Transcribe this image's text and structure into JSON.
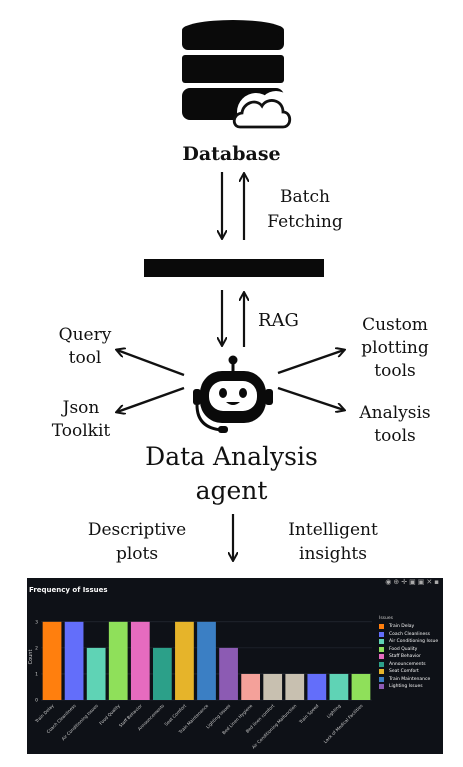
{
  "labels": {
    "database": "Database",
    "batch_fetching": [
      "Batch",
      "Fetching"
    ],
    "rag": "RAG",
    "query_tool": [
      "Query",
      "tool"
    ],
    "json_toolkit": [
      "Json",
      "Toolkit"
    ],
    "custom_plotting": [
      "Custom",
      "plotting",
      "tools"
    ],
    "analysis_tools": [
      "Analysis",
      "tools"
    ],
    "agent": [
      "Data Analysis",
      "agent"
    ],
    "descriptive_plots": [
      "Descriptive",
      "plots"
    ],
    "intelligent_insights": [
      "Intelligent",
      "insights"
    ]
  },
  "colors": {
    "ink": "#111111",
    "dashboard_bg": "#0e1117"
  },
  "dashboard": {
    "title": "Frequency of Issues",
    "legend_title": "Issues"
  },
  "chart_data": {
    "type": "bar",
    "title": "Frequency of Issues",
    "xlabel": "",
    "ylabel": "Count",
    "ylim": [
      0,
      3.3
    ],
    "yticks": [
      0,
      1,
      2,
      3
    ],
    "categories": [
      "Train Delay",
      "Coach Cleanliness",
      "Air Conditioning Issues",
      "Food Quality",
      "Staff Behavior",
      "Announcements",
      "Seat Comfort",
      "Train Maintenance",
      "Lighting Issues",
      "Bed Linen Hygiene",
      "Bed linen comfort",
      "Air Conditioning Malfunction",
      "Train Speed",
      "Lighting",
      "Lack of Medical Facilities"
    ],
    "values": [
      3,
      3,
      2,
      3,
      3,
      2,
      3,
      3,
      2,
      1,
      1,
      1,
      1,
      1,
      1
    ],
    "bar_colors": [
      "#ff7f0e",
      "#636efa",
      "#5fd3b5",
      "#8fe05a",
      "#e66bbf",
      "#2ca089",
      "#e6b42a",
      "#3b7fc4",
      "#8c5bb3",
      "#f4a19a",
      "#c8c0b0",
      "#c8c0b0",
      "#636efa",
      "#5fd3b5",
      "#8fe05a"
    ],
    "legend": [
      {
        "name": "Train Delay",
        "color": "#ff7f0e"
      },
      {
        "name": "Coach Cleanliness",
        "color": "#636efa"
      },
      {
        "name": "Air Conditioning Issue",
        "color": "#5fd3b5"
      },
      {
        "name": "Food Quality",
        "color": "#8fe05a"
      },
      {
        "name": "Staff Behavior",
        "color": "#e66bbf"
      },
      {
        "name": "Announcements",
        "color": "#2ca089"
      },
      {
        "name": "Seat Comfort",
        "color": "#e6b42a"
      },
      {
        "name": "Train Maintenance",
        "color": "#3b7fc4"
      },
      {
        "name": "Lighting Issues",
        "color": "#8c5bb3"
      }
    ]
  }
}
